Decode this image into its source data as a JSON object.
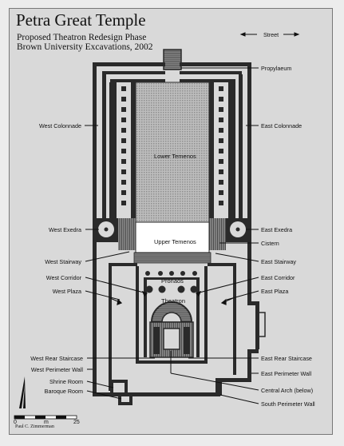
{
  "title": "Petra Great Temple",
  "subtitle_1": "Proposed Theatron Redesign Phase",
  "subtitle_2": "Brown University Excavations, 2002",
  "street_label": "Street",
  "labels_right": {
    "propylaeum": "Propylaeum",
    "east_colonnade": "East Colonnade",
    "east_exedra": "East Exedra",
    "cistern": "Cistern",
    "east_stairway": "East Stairway",
    "east_corridor": "East Corridor",
    "east_plaza": "East Plaza",
    "east_rear_staircase": "East Rear Staircase",
    "east_perimeter_wall": "East Perimeter Wall",
    "central_arch": "Central Arch (below)",
    "south_perimeter_wall": "South Perimeter Wall"
  },
  "labels_left": {
    "west_colonnade": "West Colonnade",
    "west_exedra": "West Exedra",
    "west_stairway": "West Stairway",
    "west_corridor": "West Corridor",
    "west_plaza": "West Plaza",
    "west_rear_staircase": "West Rear Staircase",
    "west_perimeter_wall": "West Perimeter Wall",
    "shrine_room": "Shrine Room",
    "baroque_room": "Baroque Room"
  },
  "interior_labels": {
    "lower_temenos": "Lower Temenos",
    "upper_temenos": "Upper Temenos",
    "pronaos": "Pronaos",
    "theatron": "Theatron"
  },
  "scale": {
    "start": "0",
    "unit": "m",
    "end": "25"
  },
  "credit": "Paul C. Zimmerman",
  "north_arrow": "north-arrow-icon",
  "colors": {
    "background": "#d9d9d9",
    "wall": "#2a2a2a",
    "paving": "#a9a9a9",
    "stair": "#6a6a6a"
  }
}
